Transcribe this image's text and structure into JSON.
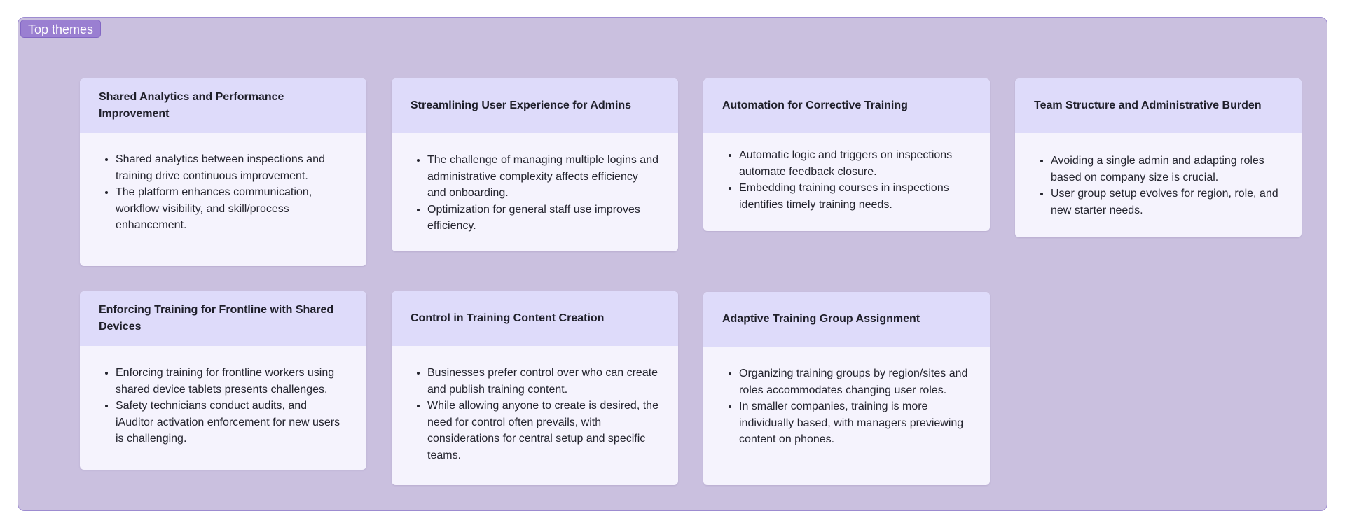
{
  "frame": {
    "label": "Top themes",
    "colors": {
      "background": "#cac0df",
      "label_bg": "#9a7fd1",
      "card_header_bg": "#dedbfa",
      "card_body_bg": "#f5f3fd"
    }
  },
  "cards": [
    {
      "title": "Shared Analytics and Performance Improvement",
      "bullets": [
        "Shared analytics between inspections and training drive continuous improvement.",
        "The platform enhances communication, workflow visibility, and skill/process enhancement."
      ]
    },
    {
      "title": "Streamlining User Experience for Admins",
      "bullets": [
        "The challenge of managing multiple logins and administrative complexity affects efficiency and onboarding.",
        "Optimization for general staff use improves efficiency."
      ]
    },
    {
      "title": "Automation for Corrective Training",
      "bullets": [
        "Automatic logic and triggers on inspections automate feedback closure.",
        "Embedding training courses in inspections identifies timely training needs."
      ]
    },
    {
      "title": "Team Structure and Administrative Burden",
      "bullets": [
        "Avoiding a single admin and adapting roles based on company size is crucial.",
        "User group setup evolves for region, role, and new starter needs."
      ]
    },
    {
      "title": "Enforcing Training for Frontline with Shared Devices",
      "bullets": [
        "Enforcing training for frontline workers using shared device tablets presents challenges.",
        "Safety technicians conduct audits, and iAuditor activation enforcement for new users is challenging."
      ]
    },
    {
      "title": "Control in Training Content Creation",
      "bullets": [
        "Businesses prefer control over who can create and publish training content.",
        "While allowing anyone to create is desired, the need for control often prevails, with considerations for central setup and specific teams."
      ]
    },
    {
      "title": "Adaptive Training Group Assignment",
      "bullets": [
        "Organizing training groups by region/sites and roles accommodates changing user roles.",
        "In smaller companies, training is more individually based, with managers previewing content on phones."
      ]
    }
  ]
}
